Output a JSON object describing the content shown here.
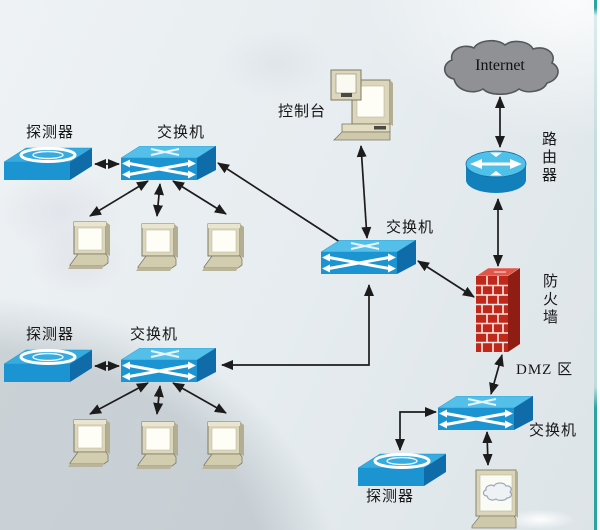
{
  "diagram": {
    "title_none": "",
    "nodes": {
      "internet": {
        "label": "Internet"
      },
      "router": {
        "label": "路由器"
      },
      "firewall": {
        "label": "防火墙"
      },
      "dmz_zone": {
        "label": "DMZ 区"
      },
      "console": {
        "label": "控制台"
      },
      "detector_top": {
        "label": "探测器"
      },
      "switch_top": {
        "label": "交换机"
      },
      "switch_center": {
        "label": "交换机"
      },
      "detector_mid": {
        "label": "探测器"
      },
      "switch_mid": {
        "label": "交换机"
      },
      "switch_dmz": {
        "label": "交换机"
      },
      "detector_dmz": {
        "label": "探测器"
      }
    },
    "colors": {
      "device_blue_front": "#1d94d2",
      "device_blue_top": "#54c0ea",
      "device_blue_side": "#0f6ca8",
      "firewall_red": "#c0281b",
      "firewall_red_dark": "#8f1d14",
      "cloud_gray": "#8f9194",
      "computer_beige": "#dbd6bc",
      "arrow_black": "#1c1c1c",
      "accent_teal": "#2ba3a0"
    }
  }
}
